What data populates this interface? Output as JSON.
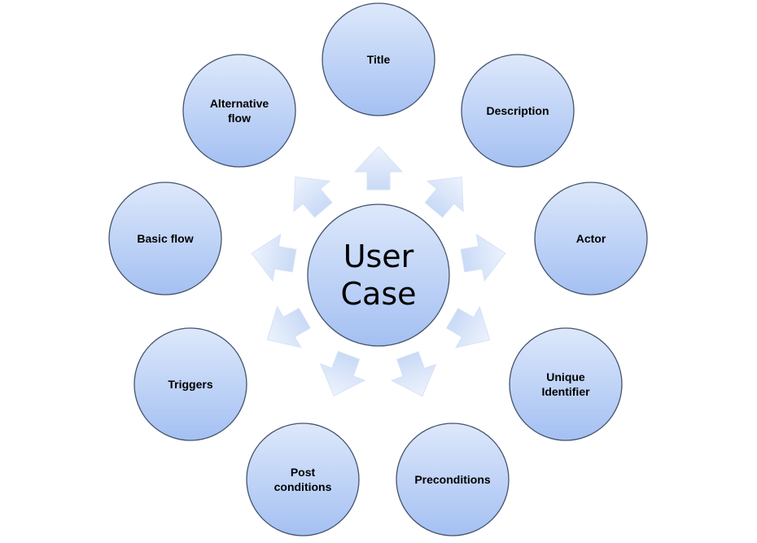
{
  "diagram": {
    "center": {
      "lines": [
        "User",
        "Case"
      ]
    },
    "nodes": [
      {
        "key": "title",
        "lines": [
          "Title"
        ]
      },
      {
        "key": "description",
        "lines": [
          "Description"
        ]
      },
      {
        "key": "actor",
        "lines": [
          "Actor"
        ]
      },
      {
        "key": "unique-identifier",
        "lines": [
          "Unique",
          "Identifier"
        ]
      },
      {
        "key": "preconditions",
        "lines": [
          "Preconditions"
        ]
      },
      {
        "key": "post-conditions",
        "lines": [
          "Post",
          "conditions"
        ]
      },
      {
        "key": "triggers",
        "lines": [
          "Triggers"
        ]
      },
      {
        "key": "basic-flow",
        "lines": [
          "Basic flow"
        ]
      },
      {
        "key": "alternative-flow",
        "lines": [
          "Alternative",
          "flow"
        ]
      }
    ],
    "colors": {
      "circle_top": "#dde8fb",
      "circle_bottom": "#a4c0f2",
      "circle_stroke": "#45546c",
      "arrow_fill_inner": "#c9daf6",
      "arrow_fill_outer": "#edf3fd",
      "arrow_stroke": "#d6e2f5"
    }
  }
}
